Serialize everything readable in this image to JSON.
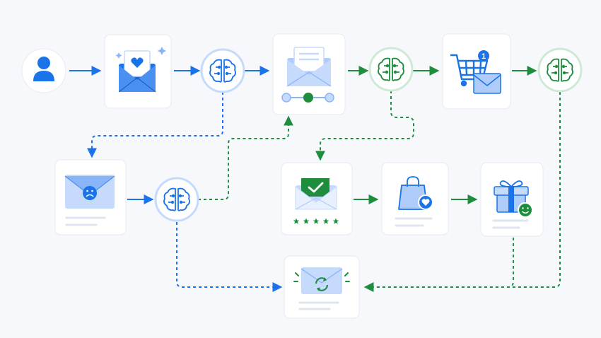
{
  "colors": {
    "blue": "#1a73e8",
    "blue_light": "#c6dafc",
    "blue_pale": "#e8f0fe",
    "green": "#1e8e3e",
    "green_light": "#ceead6",
    "card_bg": "#ffffff",
    "placeholder_line": "#dfe5ee",
    "background": "#f6f8fb"
  },
  "nodes": [
    {
      "id": "user",
      "icon": "user-icon"
    },
    {
      "id": "welcome-email",
      "icon": "envelope-heart-icon"
    },
    {
      "id": "ai-decision-1",
      "icon": "brain-icon"
    },
    {
      "id": "email-sequence",
      "icon": "envelope-document-icon"
    },
    {
      "id": "ai-decision-2",
      "icon": "brain-icon"
    },
    {
      "id": "cart-email",
      "icon": "cart-envelope-icon"
    },
    {
      "id": "cart-badge",
      "text": "1"
    },
    {
      "id": "ai-decision-3",
      "icon": "brain-icon"
    },
    {
      "id": "sad-email",
      "icon": "envelope-sad-icon"
    },
    {
      "id": "ai-decision-4",
      "icon": "brain-icon"
    },
    {
      "id": "approved-email",
      "icon": "envelope-check-icon",
      "rating": 5
    },
    {
      "id": "shopping-bag",
      "icon": "bag-heart-icon"
    },
    {
      "id": "gift",
      "icon": "gift-smile-icon"
    },
    {
      "id": "re-engagement-email",
      "icon": "envelope-refresh-icon"
    }
  ]
}
